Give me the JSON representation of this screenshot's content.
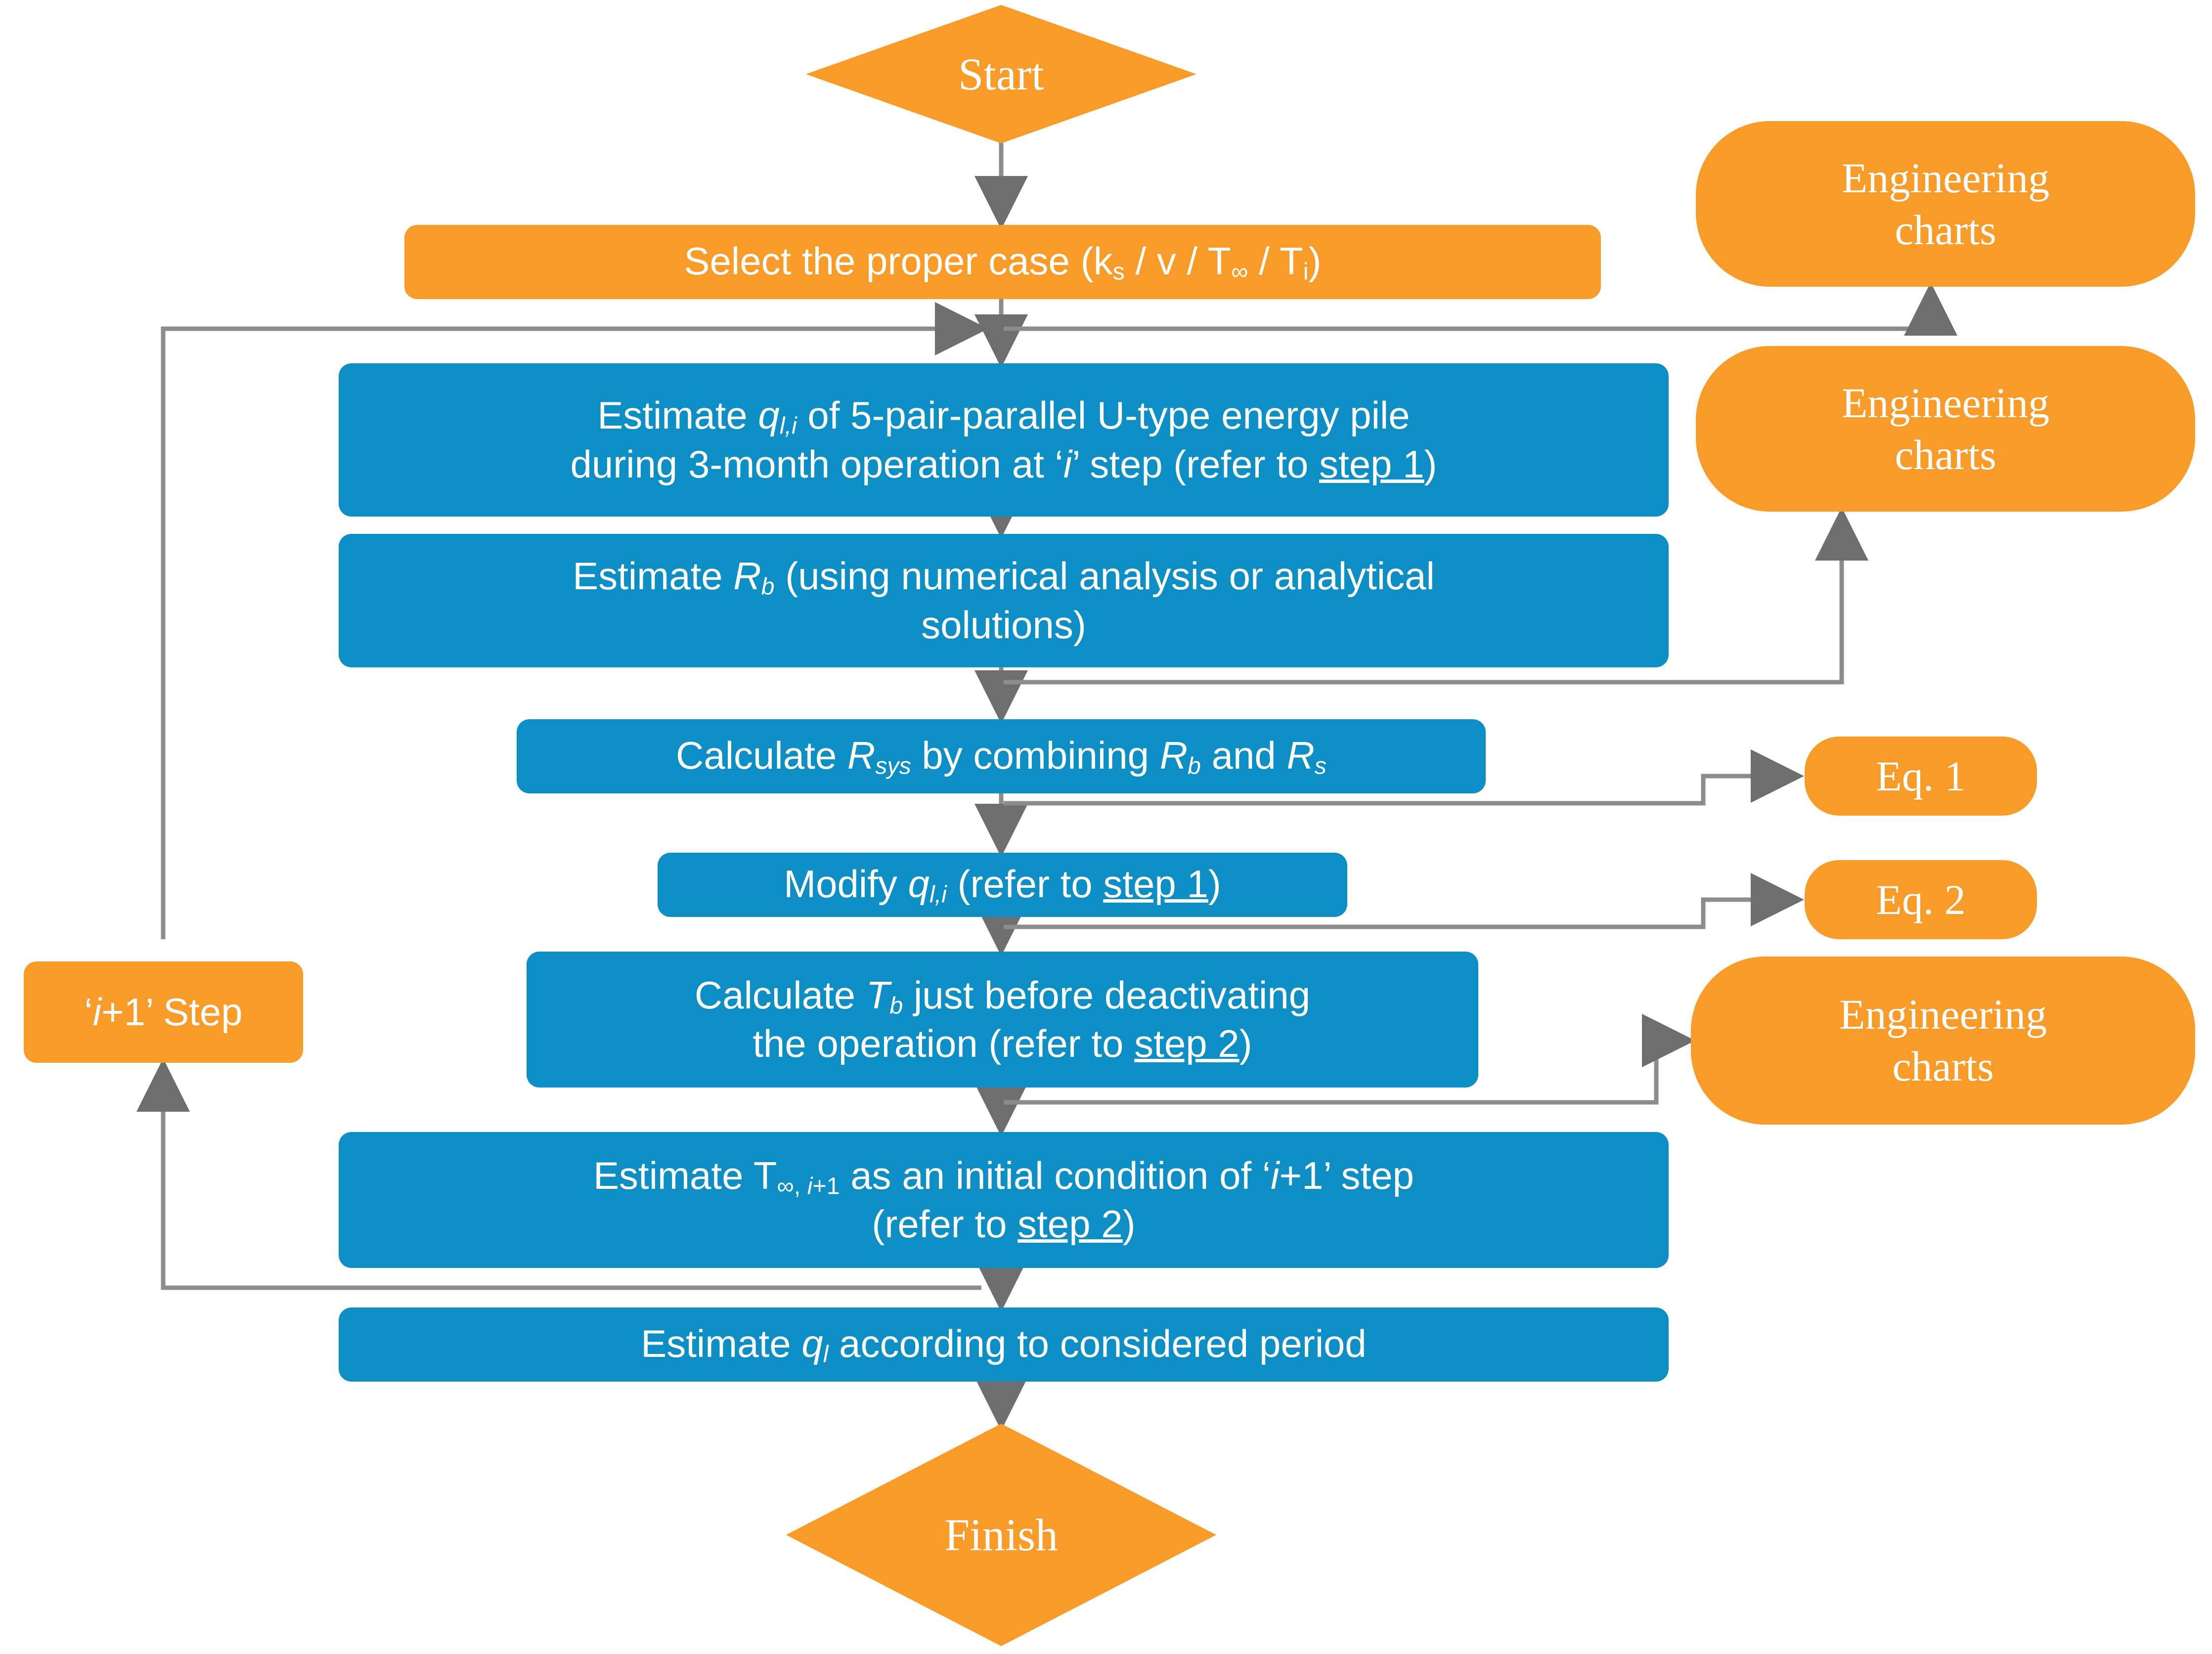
{
  "diagram": {
    "title": "Energy pile design calculation flowchart",
    "colors": {
      "process_blue": "#0d8ec4",
      "accent_orange": "#f99b28",
      "connector_gray": "#808080",
      "text_white": "#ffffff",
      "background": "#ffffff"
    }
  },
  "nodes": {
    "start": {
      "label": "Start",
      "shape": "diamond",
      "color": "#f99b28"
    },
    "select_case": {
      "label": "Select the proper case (ks / v / T∞ / Ti)",
      "parts": {
        "lead": "Select the proper case (k",
        "sub1": "s",
        "mid1": " / v / T",
        "sub2": "∞",
        "mid2": " / T",
        "sub3": "i",
        "tail": ")"
      },
      "shape": "rounded-rect",
      "color": "#f99b28"
    },
    "estimate_ql": {
      "line1_a": "Estimate ",
      "line1_q": "q",
      "line1_sub": "l,i",
      "line1_b": " of 5-pair-parallel U-type energy pile",
      "line2_a": "during 3-month operation at ‘",
      "line2_i": "i",
      "line2_b": "’ step (refer to ",
      "line2_link": "step 1",
      "line2_c": ")",
      "shape": "rounded-rect",
      "color": "#0d8ec4"
    },
    "estimate_rb": {
      "line1_a": "Estimate ",
      "line1_r": "R",
      "line1_sub": "b",
      "line1_b": " (using numerical analysis or analytical",
      "line2": "solutions)",
      "shape": "rounded-rect",
      "color": "#0d8ec4"
    },
    "calc_rsys": {
      "a": "Calculate ",
      "r1": "R",
      "sub1": "sys",
      "b": " by combining ",
      "r2": "R",
      "sub2": "b",
      "c": " and ",
      "r3": "R",
      "sub3": "s",
      "shape": "rounded-rect",
      "color": "#0d8ec4"
    },
    "modify_ql": {
      "a": "Modify ",
      "q": "q",
      "sub": "l,i",
      "b": " (refer to ",
      "link": "step 1",
      "c": ")",
      "shape": "rounded-rect",
      "color": "#0d8ec4"
    },
    "calc_tb": {
      "line1_a": "Calculate ",
      "line1_t": "T",
      "line1_sub": "b",
      "line1_b": " just before deactivating",
      "line2_a": "the operation (refer to ",
      "line2_link": "step 2",
      "line2_b": ")",
      "shape": "rounded-rect",
      "color": "#0d8ec4"
    },
    "estimate_tinf": {
      "line1_a": "Estimate T",
      "line1_sub_a": "∞, ",
      "line1_sub_i": "i",
      "line1_sub_b": "+1",
      "line1_b": " as an initial condition of ‘",
      "line1_i": "i",
      "line1_c": "+1’ step",
      "line2_a": "(refer to ",
      "line2_link": "step 2",
      "line2_b": ")",
      "shape": "rounded-rect",
      "color": "#0d8ec4"
    },
    "estimate_ql_period": {
      "a": "Estimate ",
      "q": "q",
      "sub": "l",
      "b": " according to considered period",
      "shape": "rounded-rect",
      "color": "#0d8ec4"
    },
    "finish": {
      "label": "Finish",
      "shape": "diamond",
      "color": "#f99b28"
    },
    "step_next": {
      "prefix": "‘",
      "i": "i",
      "suffix": "+1’ Step",
      "shape": "rounded-rect",
      "color": "#f99b28"
    },
    "eng_charts_1": {
      "line1": "Engineering",
      "line2": "charts",
      "shape": "stadium",
      "color": "#f99b28"
    },
    "eng_charts_2": {
      "line1": "Engineering",
      "line2": "charts",
      "shape": "stadium",
      "color": "#f99b28"
    },
    "eng_charts_3": {
      "line1": "Engineering",
      "line2": "charts",
      "shape": "stadium",
      "color": "#f99b28"
    },
    "eq_1": {
      "label": "Eq. 1",
      "shape": "stadium",
      "color": "#f99b28"
    },
    "eq_2": {
      "label": "Eq. 2",
      "shape": "stadium",
      "color": "#f99b28"
    }
  },
  "edges": [
    {
      "from": "start",
      "to": "select_case",
      "type": "vertical-arrow"
    },
    {
      "from": "select_case",
      "to": "estimate_ql",
      "type": "vertical-arrow"
    },
    {
      "from": "select_case",
      "to": "eng_charts_1",
      "type": "elbow-up-right"
    },
    {
      "from": "estimate_ql",
      "to": "estimate_rb",
      "type": "vertical-arrow"
    },
    {
      "from": "estimate_rb",
      "to": "calc_rsys",
      "type": "vertical-arrow"
    },
    {
      "from": "estimate_rb",
      "to": "eng_charts_2",
      "type": "elbow-up-right"
    },
    {
      "from": "calc_rsys",
      "to": "modify_ql",
      "type": "vertical-arrow"
    },
    {
      "from": "calc_rsys",
      "to": "eq_1",
      "type": "elbow-right"
    },
    {
      "from": "modify_ql",
      "to": "calc_tb",
      "type": "vertical-arrow"
    },
    {
      "from": "modify_ql",
      "to": "eq_2",
      "type": "elbow-right"
    },
    {
      "from": "calc_tb",
      "to": "estimate_tinf",
      "type": "vertical-arrow"
    },
    {
      "from": "calc_tb",
      "to": "eng_charts_3",
      "type": "elbow-right"
    },
    {
      "from": "estimate_tinf",
      "to": "estimate_ql_period",
      "type": "vertical-arrow"
    },
    {
      "from": "estimate_tinf",
      "to": "step_next",
      "type": "feedback-left-down"
    },
    {
      "from": "step_next",
      "to": "estimate_ql",
      "type": "feedback-left-up"
    },
    {
      "from": "estimate_ql_period",
      "to": "finish",
      "type": "vertical-arrow"
    }
  ]
}
